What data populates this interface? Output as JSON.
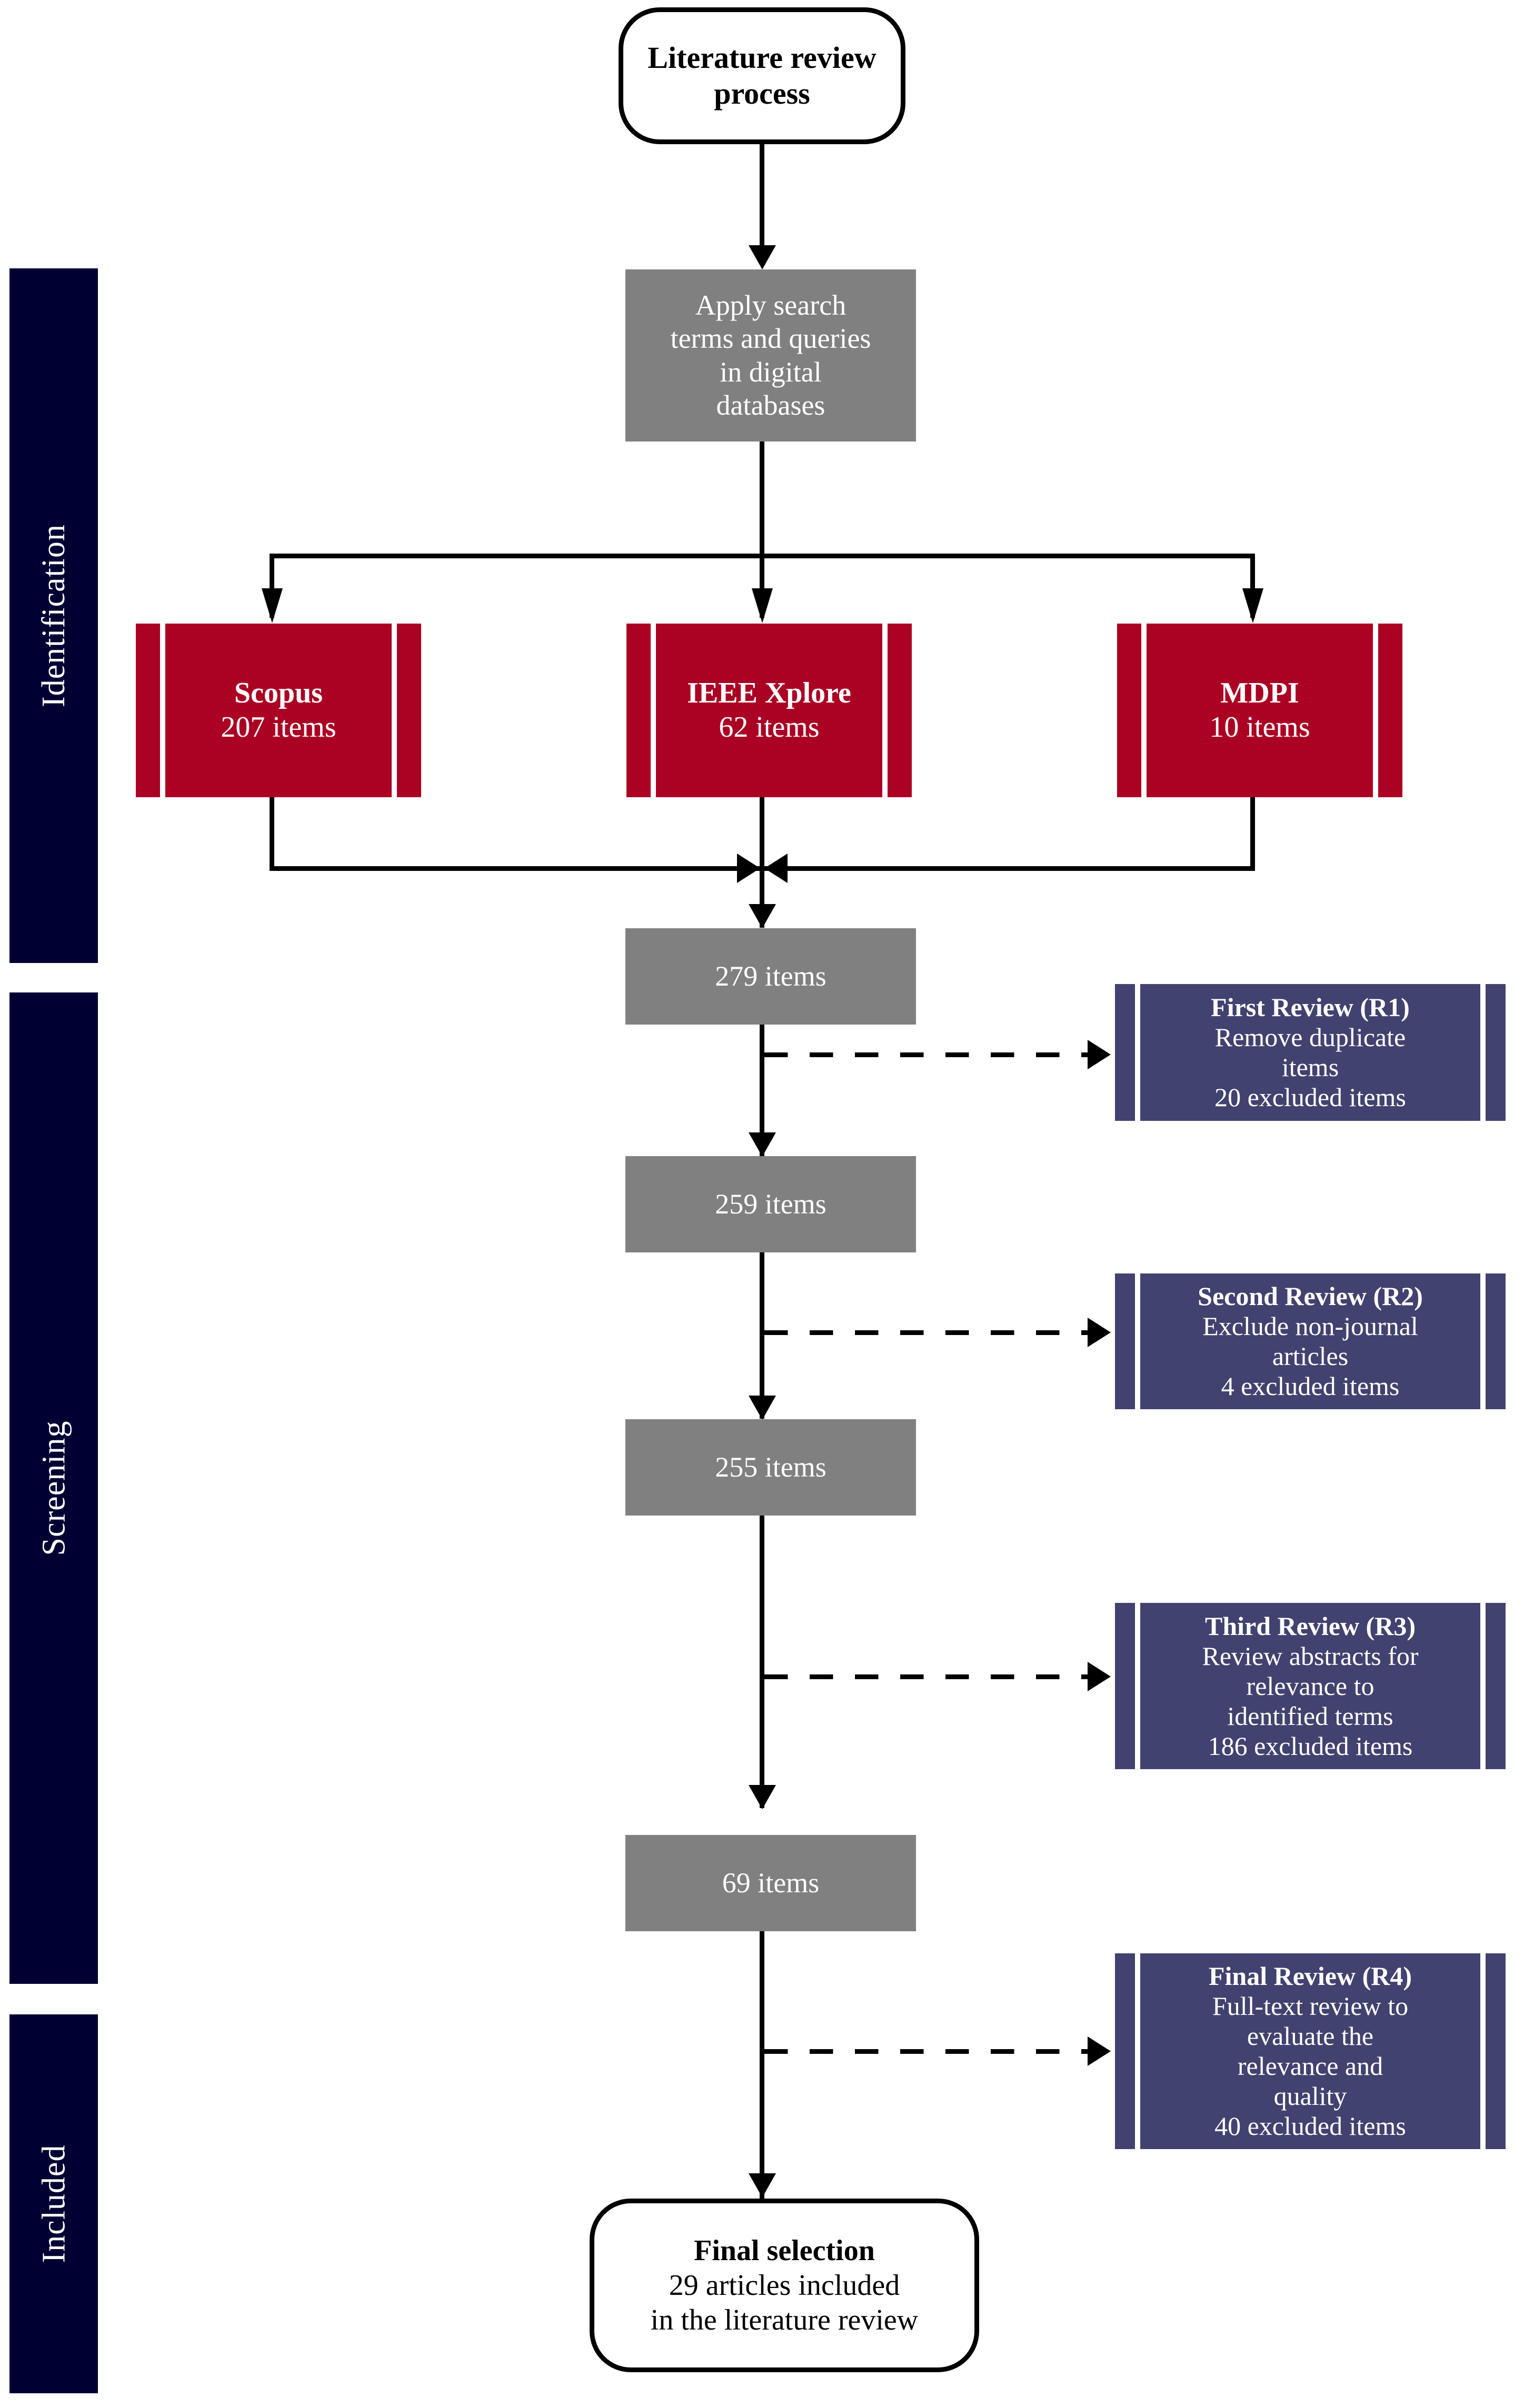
{
  "diagram": {
    "title": "Literature review process flowchart",
    "colors": {
      "stage_band": "#000033",
      "process_box": "#808080",
      "database_box": "#ab0224",
      "review_box": "#424270",
      "connector": "#000000",
      "text_on_fill": "#ffffff"
    }
  },
  "stages": [
    {
      "label": "Identification"
    },
    {
      "label": "Screening"
    },
    {
      "label": "Included"
    }
  ],
  "start_node": {
    "line1": "Literature review",
    "line2": "process"
  },
  "search_node": {
    "line1": "Apply search",
    "line2": "terms and queries",
    "line3": "in digital",
    "line4": "databases"
  },
  "databases": [
    {
      "name": "Scopus",
      "count": "207 items"
    },
    {
      "name": "IEEE Xplore",
      "count": "62 items"
    },
    {
      "name": "MDPI",
      "count": "10 items"
    }
  ],
  "counts": [
    {
      "label": "279 items"
    },
    {
      "label": "259 items"
    },
    {
      "label": "255 items"
    },
    {
      "label": "69 items"
    }
  ],
  "reviews": [
    {
      "title": "First Review (R1)",
      "lines": [
        "Remove duplicate",
        "items"
      ],
      "excluded": "20 excluded items"
    },
    {
      "title": "Second Review (R2)",
      "lines": [
        "Exclude non-journal",
        "articles"
      ],
      "excluded": "4 excluded items"
    },
    {
      "title": "Third Review (R3)",
      "lines": [
        "Review abstracts for",
        "relevance to",
        "identified terms"
      ],
      "excluded": "186 excluded items"
    },
    {
      "title": "Final Review (R4)",
      "lines": [
        "Full-text review to",
        "evaluate the",
        "relevance and",
        "quality"
      ],
      "excluded": "40 excluded items"
    }
  ],
  "end_node": {
    "line1": "Final selection",
    "line2": "29 articles included",
    "line3": "in the literature review"
  }
}
